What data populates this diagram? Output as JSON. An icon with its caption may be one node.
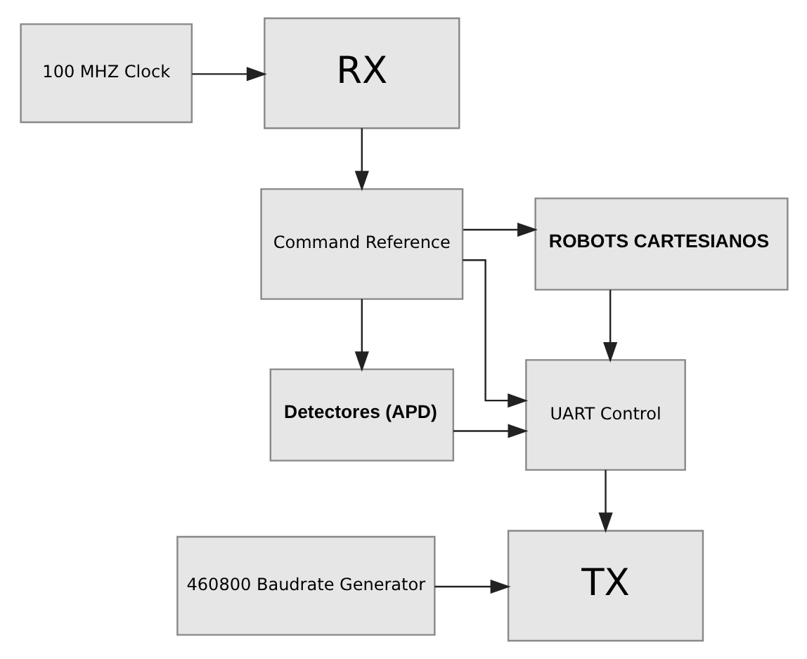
{
  "diagram": {
    "nodes": [
      {
        "text": [
          "460800 Baudrate Generator"
        ]
      },
      {
        "text": [
          "TX"
        ]
      },
      {
        "text": [
          "Detectores (APD)"
        ]
      },
      {
        "text": [
          "UART Control"
        ]
      },
      {
        "text": [
          "ROBOTS CARTESIANOS"
        ]
      },
      {
        "text": [
          "Command Reference"
        ]
      },
      {
        "text": [
          "100 MHZ Clock"
        ]
      },
      {
        "text": [
          "RX"
        ]
      }
    ],
    "edges": [
      {
        "from": 0,
        "to": 1,
        "arrow": "to"
      },
      {
        "from": 3,
        "to": 1,
        "arrow": "to"
      },
      {
        "from": 2,
        "to": 3,
        "arrow": "to"
      },
      {
        "from": 4,
        "to": 3,
        "arrow": "to"
      },
      {
        "from": 5,
        "to": 4,
        "arrow": "to"
      },
      {
        "from": 5,
        "to": 3,
        "arrow": "to"
      },
      {
        "from": 5,
        "to": 2,
        "arrow": "to"
      },
      {
        "from": 7,
        "to": 5,
        "arrow": "to"
      },
      {
        "from": 6,
        "to": 7,
        "arrow": "to"
      }
    ]
  }
}
